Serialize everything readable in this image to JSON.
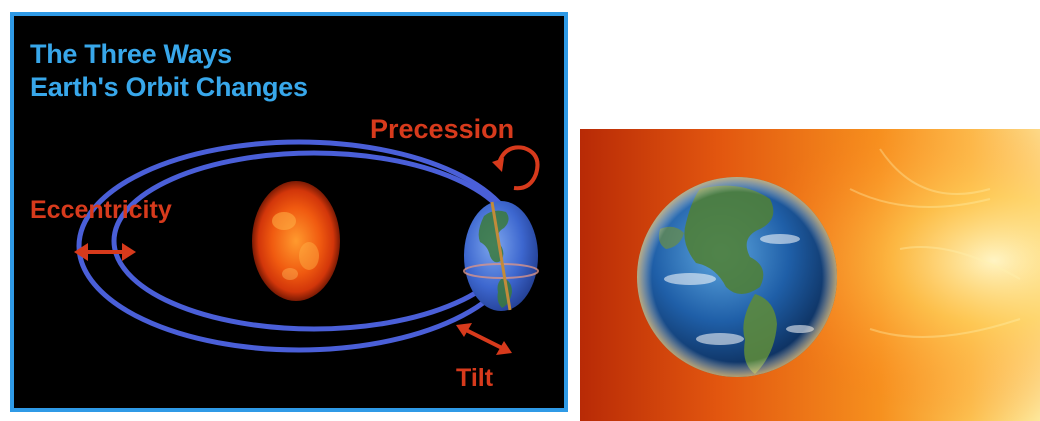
{
  "diagram": {
    "title_line1": "The Three Ways",
    "title_line2": "Earth's Orbit Changes",
    "labels": {
      "precession": "Precession",
      "eccentricity": "Eccentricity",
      "tilt": "Tilt"
    },
    "colors": {
      "title": "#38a7ea",
      "label": "#d73a1c",
      "orbit": "#4a5fd8",
      "border": "#2f9ae6",
      "background": "#000000"
    },
    "icons": [
      "sun-icon",
      "earth-icon",
      "eccentricity-arrow-icon",
      "precession-arrow-icon",
      "tilt-arrow-icon"
    ]
  },
  "photo": {
    "subject": "earth-and-sun-image"
  }
}
